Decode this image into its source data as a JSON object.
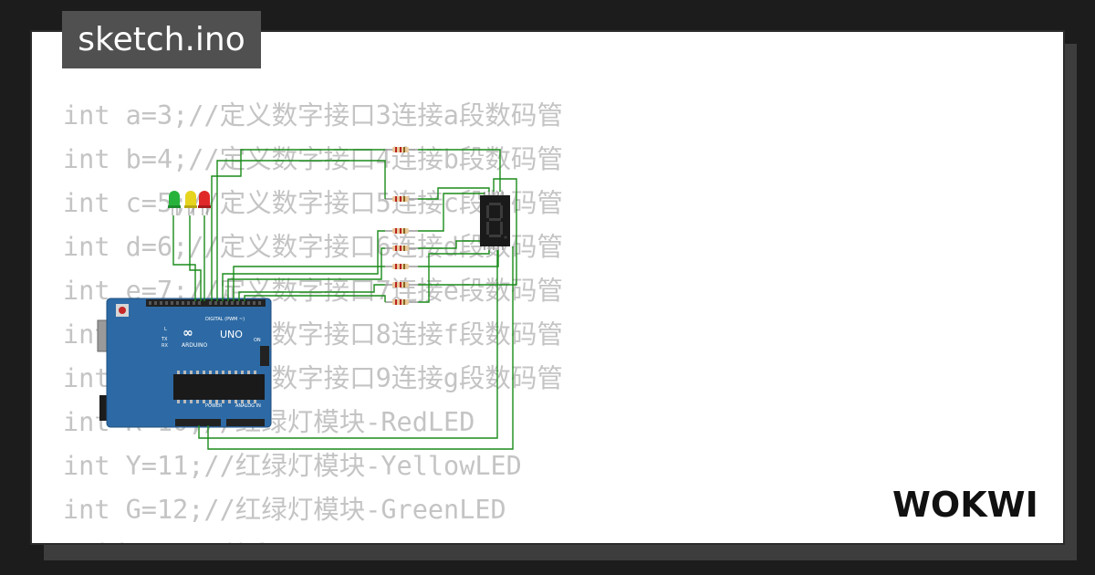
{
  "tab": {
    "filename": "sketch.ino"
  },
  "code": {
    "lines": [
      "int a=3;//定义数字接口3连接a段数码管",
      "int b=4;//定义数字接口4连接b段数码管",
      "int c=5;//定义数字接口5连接c段数码管",
      "int d=6;//定义数字接口6连接d段数码管",
      "int e=7;//定义数字接口7连接e段数码管",
      "int f=8;//定义数字接口8连接f段数码管",
      "int g=9;//定义数字接口9连接g段数码管",
      "int R=10;//红绿灯模块-RedLED",
      "int Y=11;//红绿灯模块-YellowLED",
      "int G=12;//红绿灯模块-GreenLED",
      "void setup(){"
    ]
  },
  "board": {
    "name": "UNO",
    "brand": "ARDUINO",
    "header_labels": {
      "digital": "DIGITAL (PWM ~)",
      "power": "POWER",
      "analog": "ANALOG IN"
    },
    "status_labels": [
      "L",
      "TX",
      "RX",
      "ON"
    ]
  },
  "brand": {
    "logo_text": "WOKWI"
  },
  "colors": {
    "background": "#1c1c1c",
    "card": "#ffffff",
    "tab": "#505050",
    "code_text": "#c4c4c4",
    "board": "#2d6aa5",
    "wire": "#1a8c1a",
    "segment_display": "#1a1a1a",
    "led_green": "#27b33b",
    "led_yellow": "#e6d41f",
    "led_red": "#e02828"
  }
}
